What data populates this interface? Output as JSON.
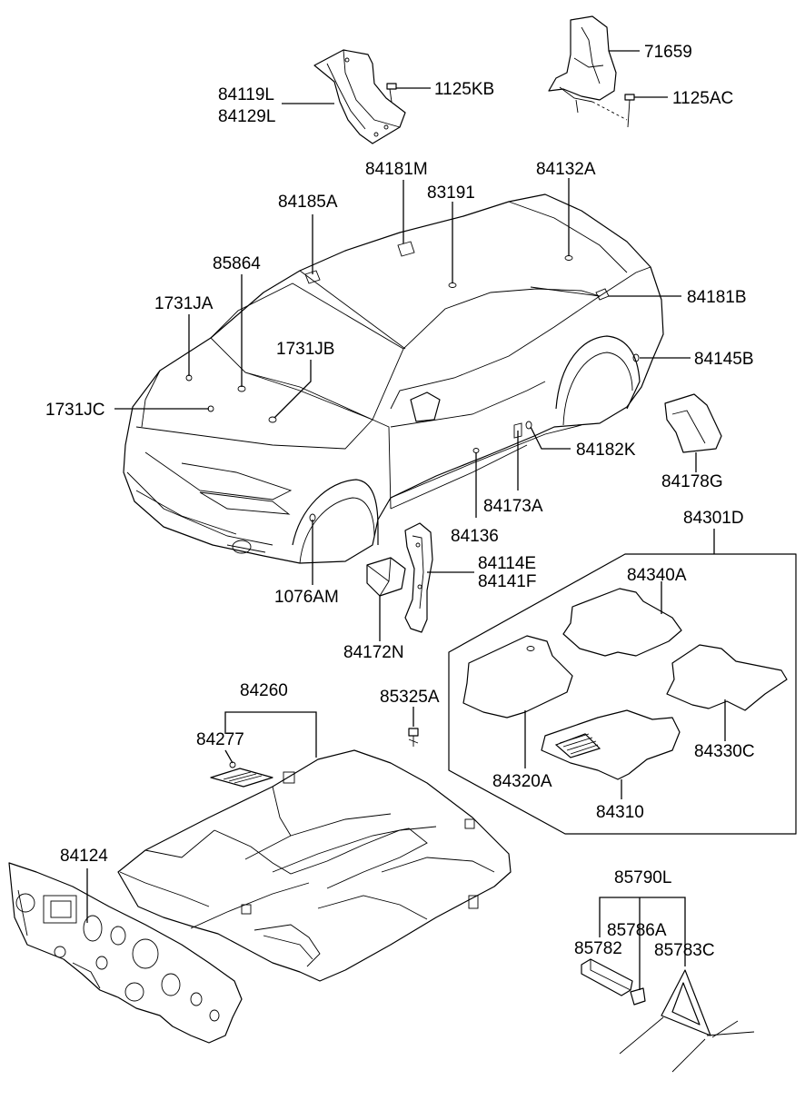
{
  "labels": {
    "p71659": "71659",
    "p1125KB": "1125KB",
    "p1125AC": "1125AC",
    "p84119L": "84119L",
    "p84129L": "84129L",
    "p84181M": "84181M",
    "p84132A": "84132A",
    "p83191": "83191",
    "p84185A": "84185A",
    "p85864": "85864",
    "p84181B": "84181B",
    "p1731JA": "1731JA",
    "p1731JB": "1731JB",
    "p84145B": "84145B",
    "p1731JC": "1731JC",
    "p84182K": "84182K",
    "p84178G": "84178G",
    "p84173A": "84173A",
    "p84136": "84136",
    "p84301D": "84301D",
    "p84114E": "84114E",
    "p84141F": "84141F",
    "p84340A": "84340A",
    "p1076AM": "1076AM",
    "p84172N": "84172N",
    "p84260": "84260",
    "p85325A": "85325A",
    "p84277": "84277",
    "p84330C": "84330C",
    "p84320A": "84320A",
    "p84310": "84310",
    "p84124": "84124",
    "p85790L": "85790L",
    "p85786A": "85786A",
    "p85782": "85782",
    "p85783C": "85783C"
  }
}
